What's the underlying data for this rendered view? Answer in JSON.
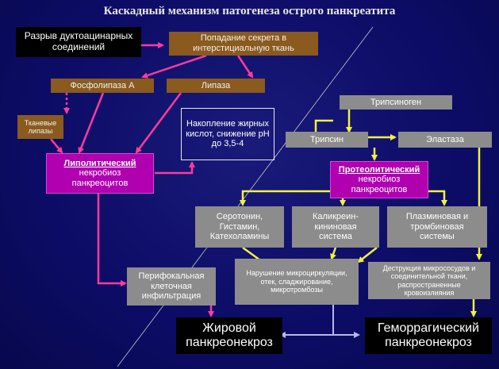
{
  "title": "Каскадный механизм патогенеза острого панкреатита",
  "colors": {
    "background": "#0c0c66",
    "brown": "#8a5a1e",
    "gray": "#8c8c8c",
    "magenta": "#b000b0",
    "pink_arrow": "#ff3c9c",
    "yellow_arrow": "#f2f240",
    "lavender_arrow": "#b8b8e8"
  },
  "nodes": {
    "rupture": "Разрыв дуктоацинарных соединений",
    "secretion": "Попадание секрета в интерстициальную ткань",
    "phospholipase": "Фосфолипаза А",
    "lipase": "Липаза",
    "tissue_lipases": "Тканевые липазы",
    "accumulation": "Накопление жирных кислот, снижение рН до 3,5-4",
    "lipolytic_head": "Липолитический",
    "lipolytic_rest": "некробиоз панкреоцитов",
    "trypsinogen": "Трипсиноген",
    "trypsin": "Трипсин",
    "elastase": "Эластаза",
    "proteolytic_head": "Протеолитический",
    "proteolytic_rest": "некробиоз панкреоцитов",
    "serotonin": "Серотонин, Гистамин, Катехоламины",
    "kallikrein": "Каликреин-кининовая система",
    "plasmin": "Плазминовая и тромбиновая системы",
    "microcirc": "Нарушение микроциркуляции, отек, сладжирование, микротромбозы",
    "destruction": "Деструкция микрососудов и соединительной ткани, распространенные кровоизлияния",
    "perifocal": "Перифокальная клеточная инфильтрация",
    "fat_necrosis": "Жировой панкреонекроз",
    "hemorrhagic": "Геморрагический панкреонекроз"
  }
}
